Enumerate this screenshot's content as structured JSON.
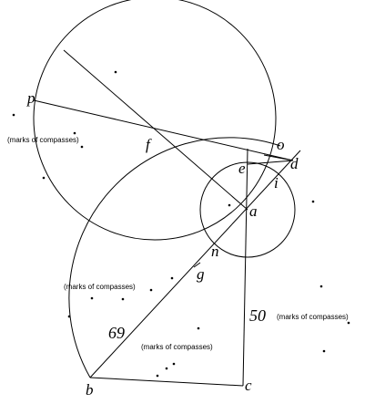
{
  "points": {
    "a": "a",
    "b": "b",
    "c": "c",
    "d": "d",
    "e": "e",
    "f": "f",
    "g": "g",
    "i": "i",
    "n": "n",
    "o": "o",
    "p": "p"
  },
  "measures": {
    "bc_label": "69",
    "ac_label": "50"
  },
  "notes": {
    "upper_left": "(marks of compasses)",
    "middle_left": "(marks of compasses)",
    "bottom_center": "(marks of compasses)",
    "right": "(marks of compasses)"
  }
}
